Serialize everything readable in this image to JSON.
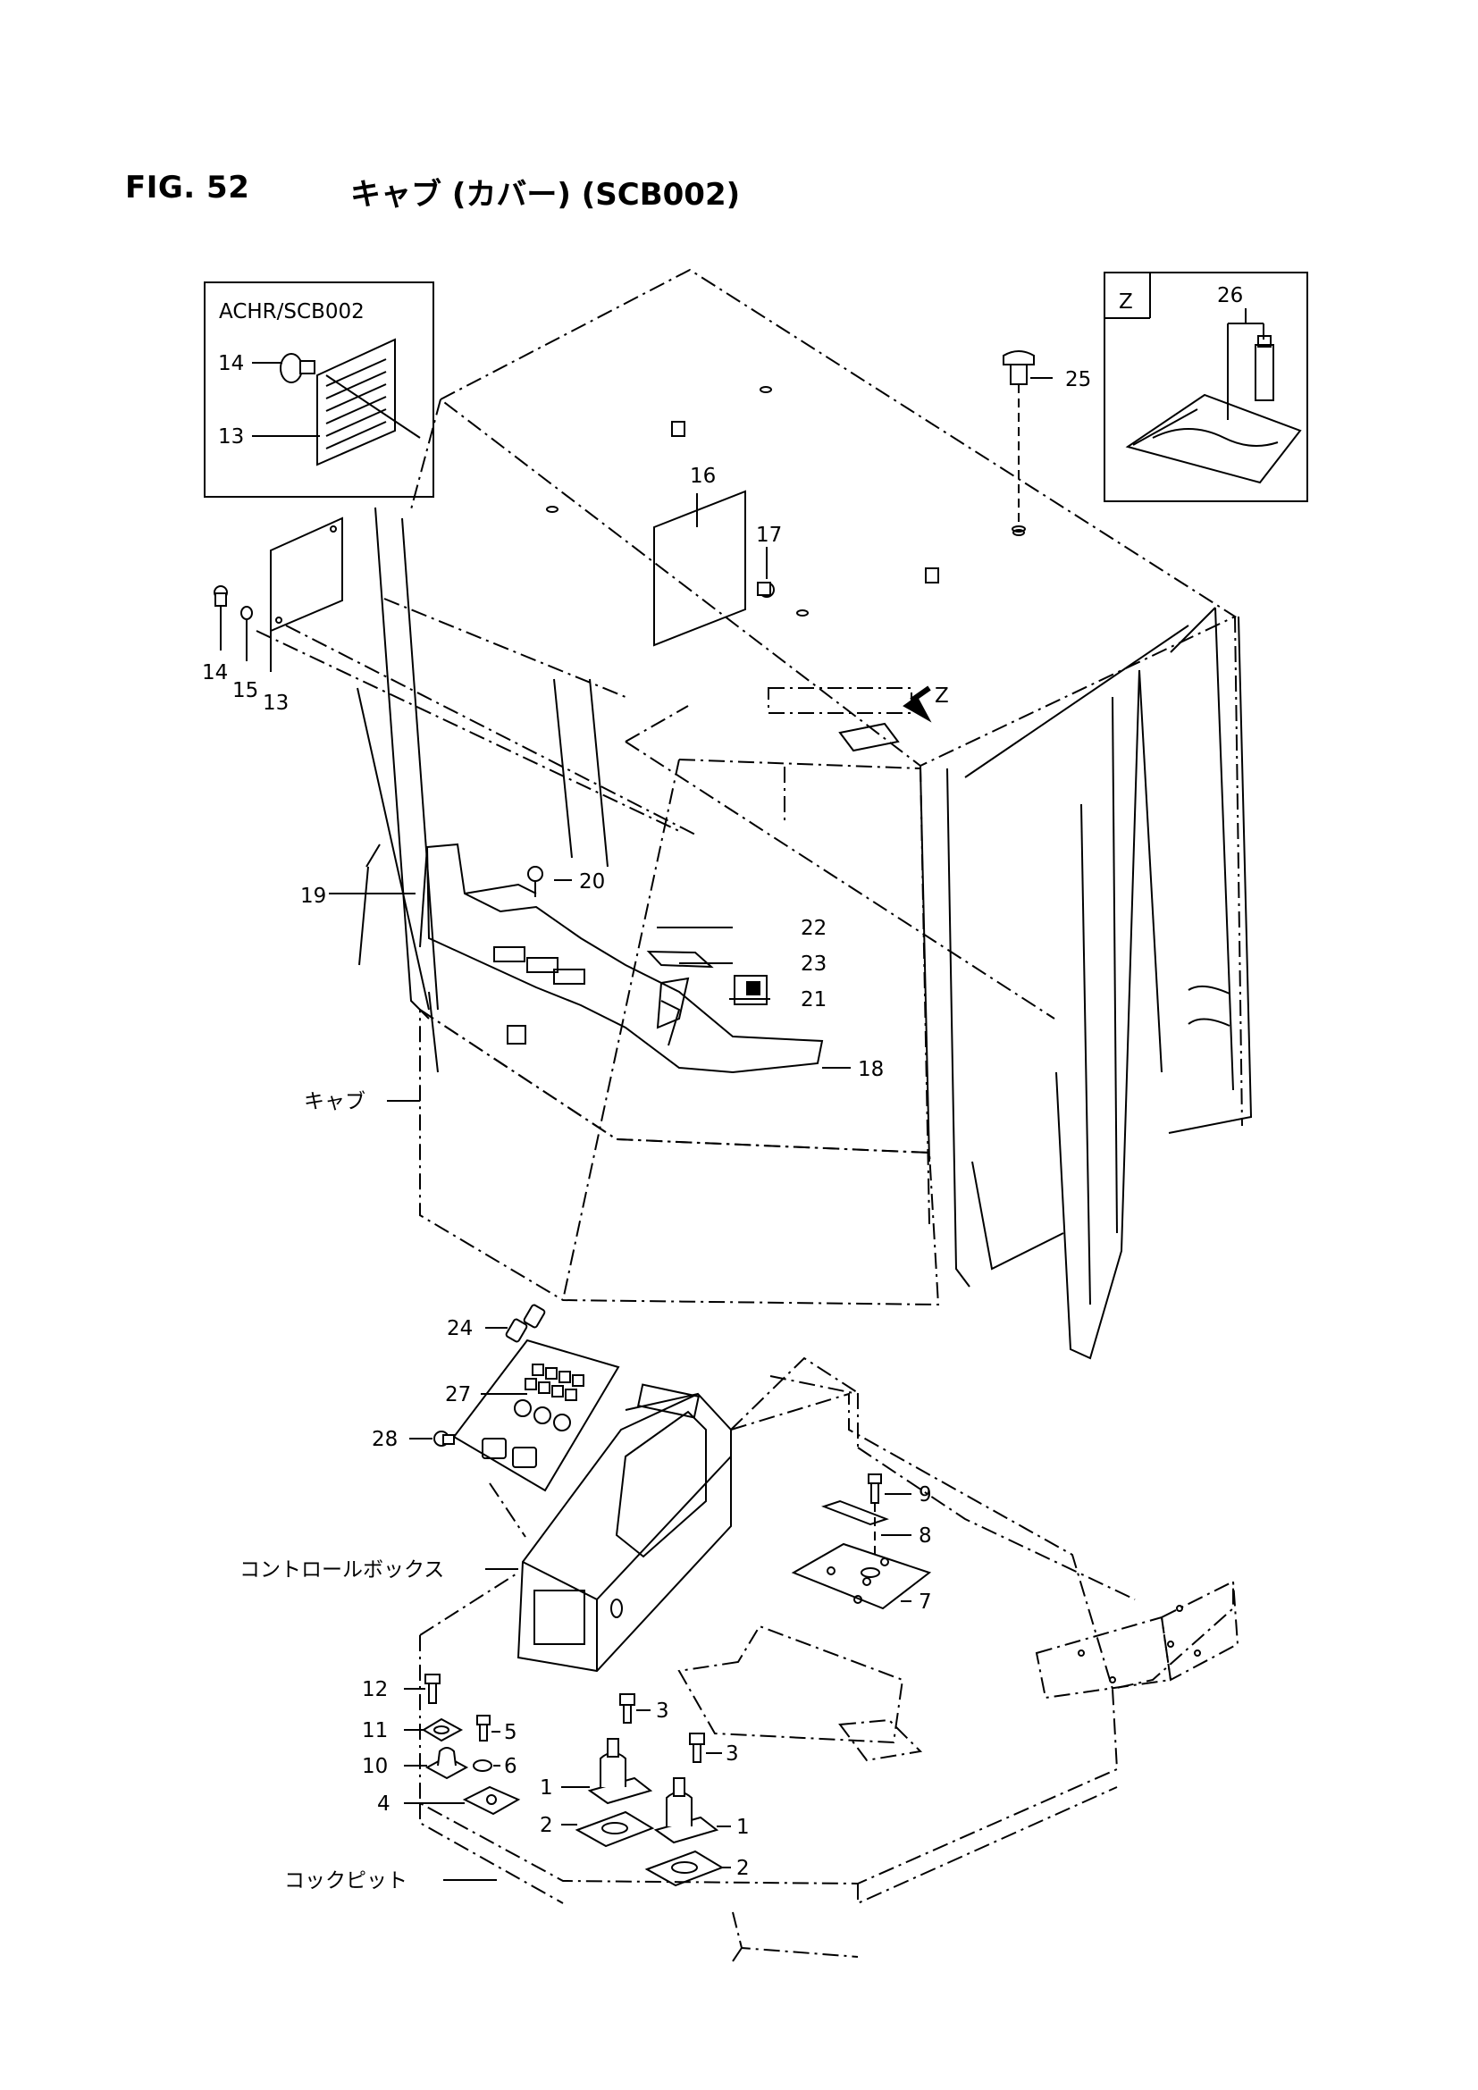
{
  "figure": {
    "number": "FIG. 52",
    "title": "キャブ (カバー) (SCB002)"
  },
  "inset_achr": {
    "label": "ACHR/SCB002"
  },
  "inset_z": {
    "label": "Z"
  },
  "view_marker": "Z",
  "callouts": {
    "c1a": "1",
    "c1b": "1",
    "c2a": "2",
    "c2b": "2",
    "c3a": "3",
    "c3b": "3",
    "c4": "4",
    "c5": "5",
    "c6": "6",
    "c7": "7",
    "c8": "8",
    "c9": "9",
    "c10": "10",
    "c11": "11",
    "c12": "12",
    "c13a": "13",
    "c13b": "13",
    "c14a": "14",
    "c14b": "14",
    "c15": "15",
    "c16": "16",
    "c17": "17",
    "c18": "18",
    "c19": "19",
    "c20": "20",
    "c21": "21",
    "c22": "22",
    "c23": "23",
    "c24": "24",
    "c25": "25",
    "c26": "26",
    "c27": "27",
    "c28": "28"
  },
  "assembly_labels": {
    "cab": "キャブ",
    "control_box": "コントロールボックス",
    "cockpit": "コックピット"
  }
}
